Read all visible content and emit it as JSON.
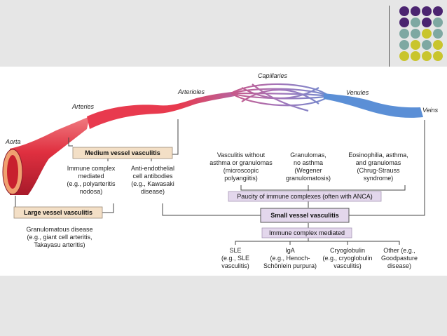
{
  "vessels": {
    "aorta": "Aorta",
    "arteries": "Arteries",
    "arterioles": "Arterioles",
    "capillaries": "Capillaries",
    "venules": "Venules",
    "veins": "Veins"
  },
  "medium": {
    "title": "Medium vessel vasculitis",
    "immune": [
      "Immune complex",
      "mediated",
      "(e.g., polyarteritis",
      "nodosa)"
    ],
    "anti": [
      "Anti-endothelial",
      "cell antibodies",
      "(e.g., Kawasaki",
      "disease)"
    ]
  },
  "large": {
    "title": "Large vessel vasculitis",
    "desc": [
      "Granulomatous disease",
      "(e.g., giant cell arteritis,",
      "Takayasu arteritis)"
    ]
  },
  "small": {
    "title": "Small vessel vasculitis",
    "pauci": "Paucity of immune complexes (often with ANCA)",
    "immune": "Immune complex mediated",
    "top_groups": [
      [
        "Vasculitis without",
        "asthma or granulomas",
        "(microscopic",
        "polyangiitis)"
      ],
      [
        "Granulomas,",
        "no asthma",
        "(Wegener",
        "granulomatosis)"
      ],
      [
        "Eosinophilia, asthma,",
        "and granulomas",
        "(Chrug-Strauss",
        "syndrome)"
      ]
    ],
    "bottom_groups": [
      [
        "SLE",
        "(e.g., SLE",
        "vasculitis)"
      ],
      [
        "IgA",
        "(e.g., Henoch-",
        "Schönlein purpura)"
      ],
      [
        "Cryoglobulin",
        "(e.g., cryoglobulin",
        "vasculitis)"
      ],
      [
        "Other (e.g.,",
        "Goodpasture",
        "disease)"
      ]
    ]
  },
  "colors": {
    "artery": "#e83a4e",
    "vein": "#5b8fd6",
    "capillary": "#b9629c",
    "box_tan": "#f3dfc6",
    "box_lilac": "#e3d7ec",
    "dot_purple": "#4b2470",
    "dot_teal": "#7ea8a2",
    "dot_yellow": "#c9c52d"
  }
}
